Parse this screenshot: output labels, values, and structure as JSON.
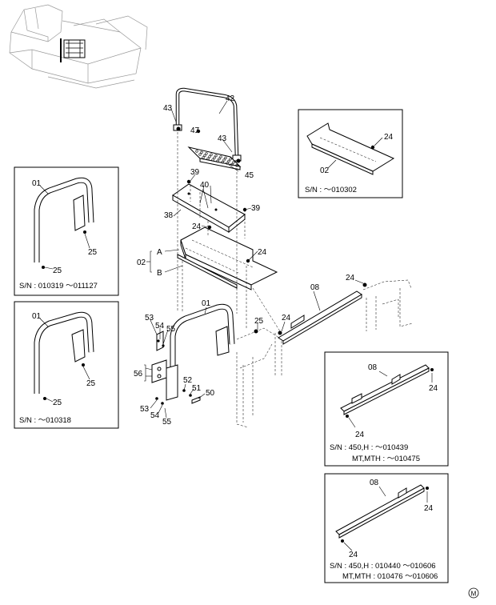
{
  "callouts": {
    "c42": "42",
    "c43a": "43",
    "c43b": "43",
    "c47": "47",
    "c45": "45",
    "c39a": "39",
    "c39b": "39",
    "c40": "40",
    "c38": "38",
    "c24a": "24",
    "c24b": "24",
    "c02": "02",
    "cA": "A",
    "cB": "B",
    "c01": "01",
    "c25": "25",
    "c53a": "53",
    "c54a": "54",
    "c55a": "55",
    "c56": "56",
    "c52": "52",
    "c51": "51",
    "c50": "50",
    "c53b": "53",
    "c54b": "54",
    "c55b": "55",
    "c08": "08",
    "c24c": "24",
    "c24d": "24"
  },
  "inset_tr": {
    "c24": "24",
    "c02": "02",
    "sn": "S/N   :  ～010302"
  },
  "inset_l1": {
    "c01": "01",
    "c25a": "25",
    "c25b": "25",
    "sn": "S/N   :   010319 ～011127"
  },
  "inset_l2": {
    "c01": "01",
    "c25a": "25",
    "c25b": "25",
    "sn": "S/N   :   ～010318"
  },
  "inset_r1": {
    "c08": "08",
    "c24a": "24",
    "c24b": "24",
    "sn1": "S/N   :    450,H :    ～010439",
    "sn2": "MT,MTH :    ～010475"
  },
  "inset_r2": {
    "c08": "08",
    "c24a": "24",
    "c24b": "24",
    "sn1": "S/N   :   450,H : 010440 ～010606",
    "sn2": "MT,MTH : 010476 ～010606"
  },
  "footer": {
    "mark": "M"
  }
}
